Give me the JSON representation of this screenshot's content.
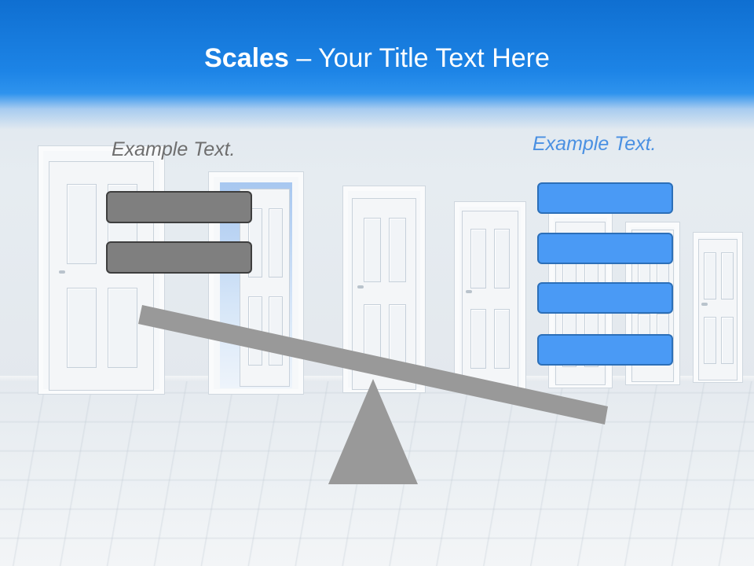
{
  "title": {
    "bold": "Scales",
    "rest": " – Your Title Text Here"
  },
  "left": {
    "label": "Example Text.",
    "boxes": [
      "",
      ""
    ]
  },
  "right": {
    "label": "Example Text.",
    "boxes": [
      "",
      "",
      "",
      ""
    ]
  },
  "colors": {
    "title_bar": "#1d84e6",
    "left_label": "#6e6e6e",
    "right_label": "#4a90e2",
    "grey_box_fill": "#7f7f7f",
    "grey_box_border": "#3e3e3e",
    "blue_box_fill": "#4a9af5",
    "blue_box_border": "#2c6fb8",
    "scale": "#999999"
  }
}
